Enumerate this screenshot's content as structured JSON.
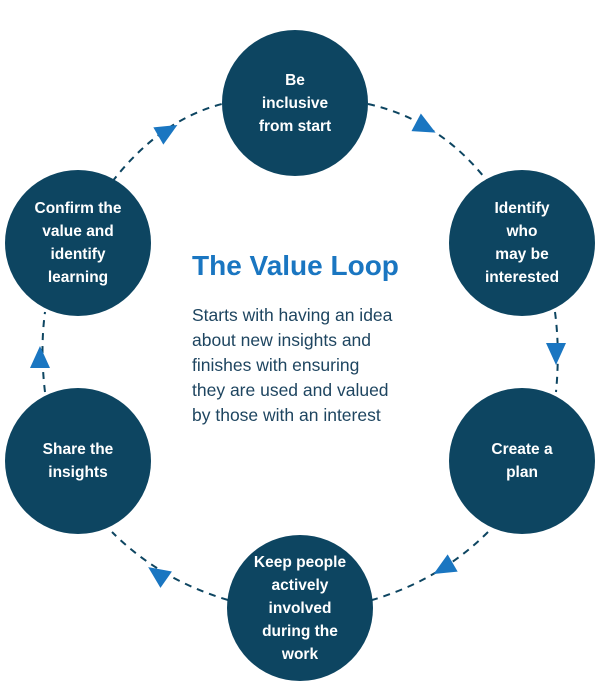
{
  "colors": {
    "node_fill": "#0d4561",
    "title": "#1a76c1",
    "description": "#1e4560",
    "connector": "#0d4561",
    "arrow": "#1a76c1"
  },
  "title": "The Value Loop",
  "description": "Starts with having an idea\nabout new insights and\nfinishes with ensuring\nthey are used and valued\nby those with an interest",
  "steps": [
    {
      "label": "Be\ninclusive\nfrom start"
    },
    {
      "label": "Identify\nwho\nmay be\ninterested"
    },
    {
      "label": "Create a\nplan"
    },
    {
      "label": "Keep people\nactively\ninvolved\nduring the\nwork"
    },
    {
      "label": "Share the\ninsights"
    },
    {
      "label": "Confirm the\nvalue and\nidentify\nlearning"
    }
  ]
}
